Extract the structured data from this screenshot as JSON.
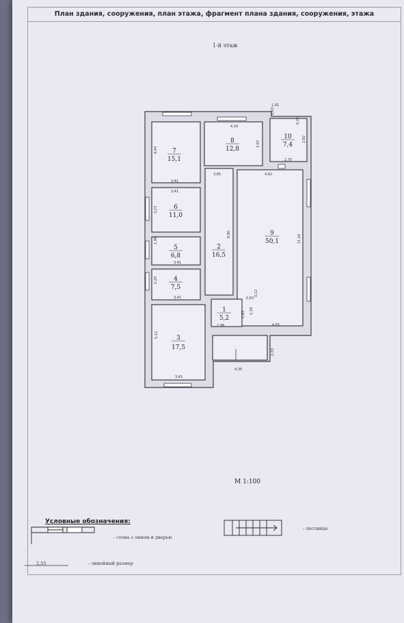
{
  "header": {
    "title": "План здания, сооружения, план этажа, фрагмент плана здания, сооружения, этажа"
  },
  "floor_label": "1-й этаж",
  "scale": "М 1:100",
  "rooms": [
    {
      "num": "1",
      "area": "5,2"
    },
    {
      "num": "2",
      "area": "16,5"
    },
    {
      "num": "3",
      "area": "17,5"
    },
    {
      "num": "4",
      "area": "7,5"
    },
    {
      "num": "5",
      "area": "6,8"
    },
    {
      "num": "6",
      "area": "11,0"
    },
    {
      "num": "7",
      "area": "15,1"
    },
    {
      "num": "8",
      "area": "12,8"
    },
    {
      "num": "9",
      "area": "50,1"
    },
    {
      "num": "10",
      "area": "7,4"
    }
  ],
  "dimensions": [
    "4,44",
    "3,41",
    "3,41",
    "3,23",
    "1,98",
    "3,41",
    "2,20",
    "3,41",
    "5,12",
    "3,41",
    "4,16",
    "3,97",
    "3,85",
    "4,62",
    "8,90",
    "11,16",
    "2,70",
    "2,82",
    "1,91",
    "0,63",
    "2,98",
    "2,63",
    "2,18",
    "0,63",
    "4,05",
    "4,35",
    "2,33",
    "0,32",
    "0,12"
  ],
  "legend": {
    "heading": "Условные обозначения:",
    "wall_label": "- стена с окном и дверью",
    "stairs_label": "- лестница",
    "dim_sample": "2,55",
    "dim_label": "- линейный размер"
  }
}
